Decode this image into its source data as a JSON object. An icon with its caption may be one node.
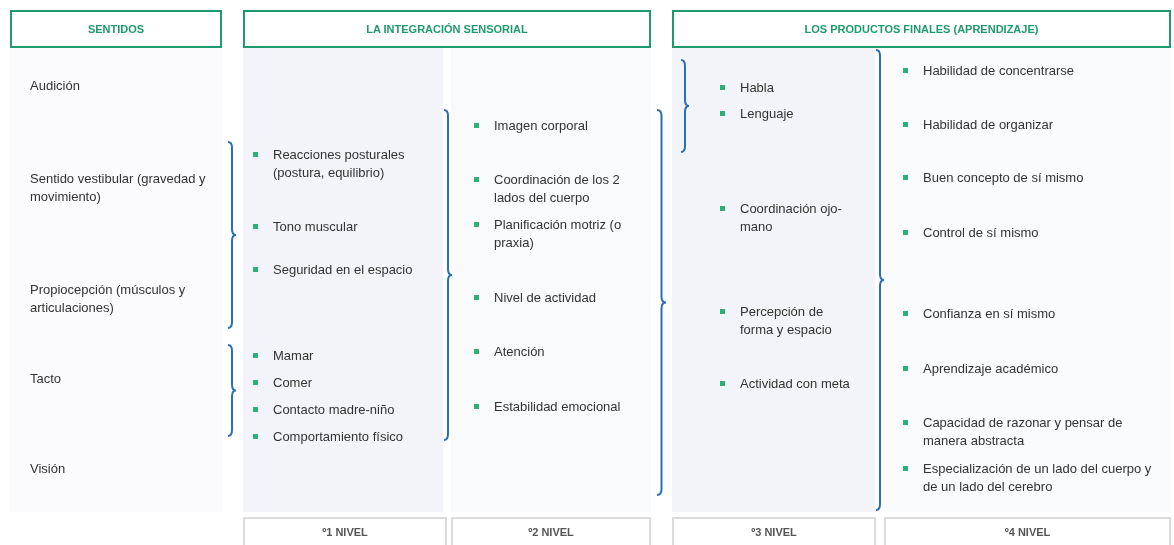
{
  "diagram": {
    "nodes": [
      {
        "text": [
          "SENTIDOS"
        ]
      },
      {
        "text": [
          "LA INTEGRACIÓN SENSORIAL"
        ]
      },
      {
        "text": [
          "LOS PRODUCTOS FINALES (APRENDIZAJE)"
        ]
      },
      {
        "text": [
          "º1 NIVEL"
        ]
      },
      {
        "text": [
          "º2 NIVEL"
        ]
      },
      {
        "text": [
          "º3 NIVEL"
        ]
      },
      {
        "text": [
          "º4 NIVEL"
        ]
      }
    ],
    "labels": [
      "Audición",
      "Sentido vestibular (gravedad y movimiento)",
      "Propiocepción (músculos y articulaciones)",
      "Tacto",
      "Visión",
      "Reacciones posturales (postura, equilibrio)",
      "Tono muscular",
      "Seguridad en el espacio",
      "Mamar",
      "Comer",
      "Contacto madre-niño",
      "Comportamiento físico",
      "Imagen corporal",
      "Coordinación de los 2 lados del cuerpo",
      "Planificación motriz (o praxia)",
      "Nivel de actividad",
      "Atención",
      "Estabilidad emocional",
      "Habla",
      "Lenguaje",
      "Coordinación ojo-mano",
      "Percepción de forma y espacio",
      "Actividad con meta",
      "Habilidad de concentrarse",
      "Habilidad de organizar",
      "Buen concepto de sí mismo",
      "Control de sí mismo",
      "Confianza en sí mismo",
      "Aprendizaje académico",
      "Capacidad de razonar y pensar de manera abstracta",
      "Especialización de un lado del cuerpo y de un lado del cerebro"
    ]
  }
}
